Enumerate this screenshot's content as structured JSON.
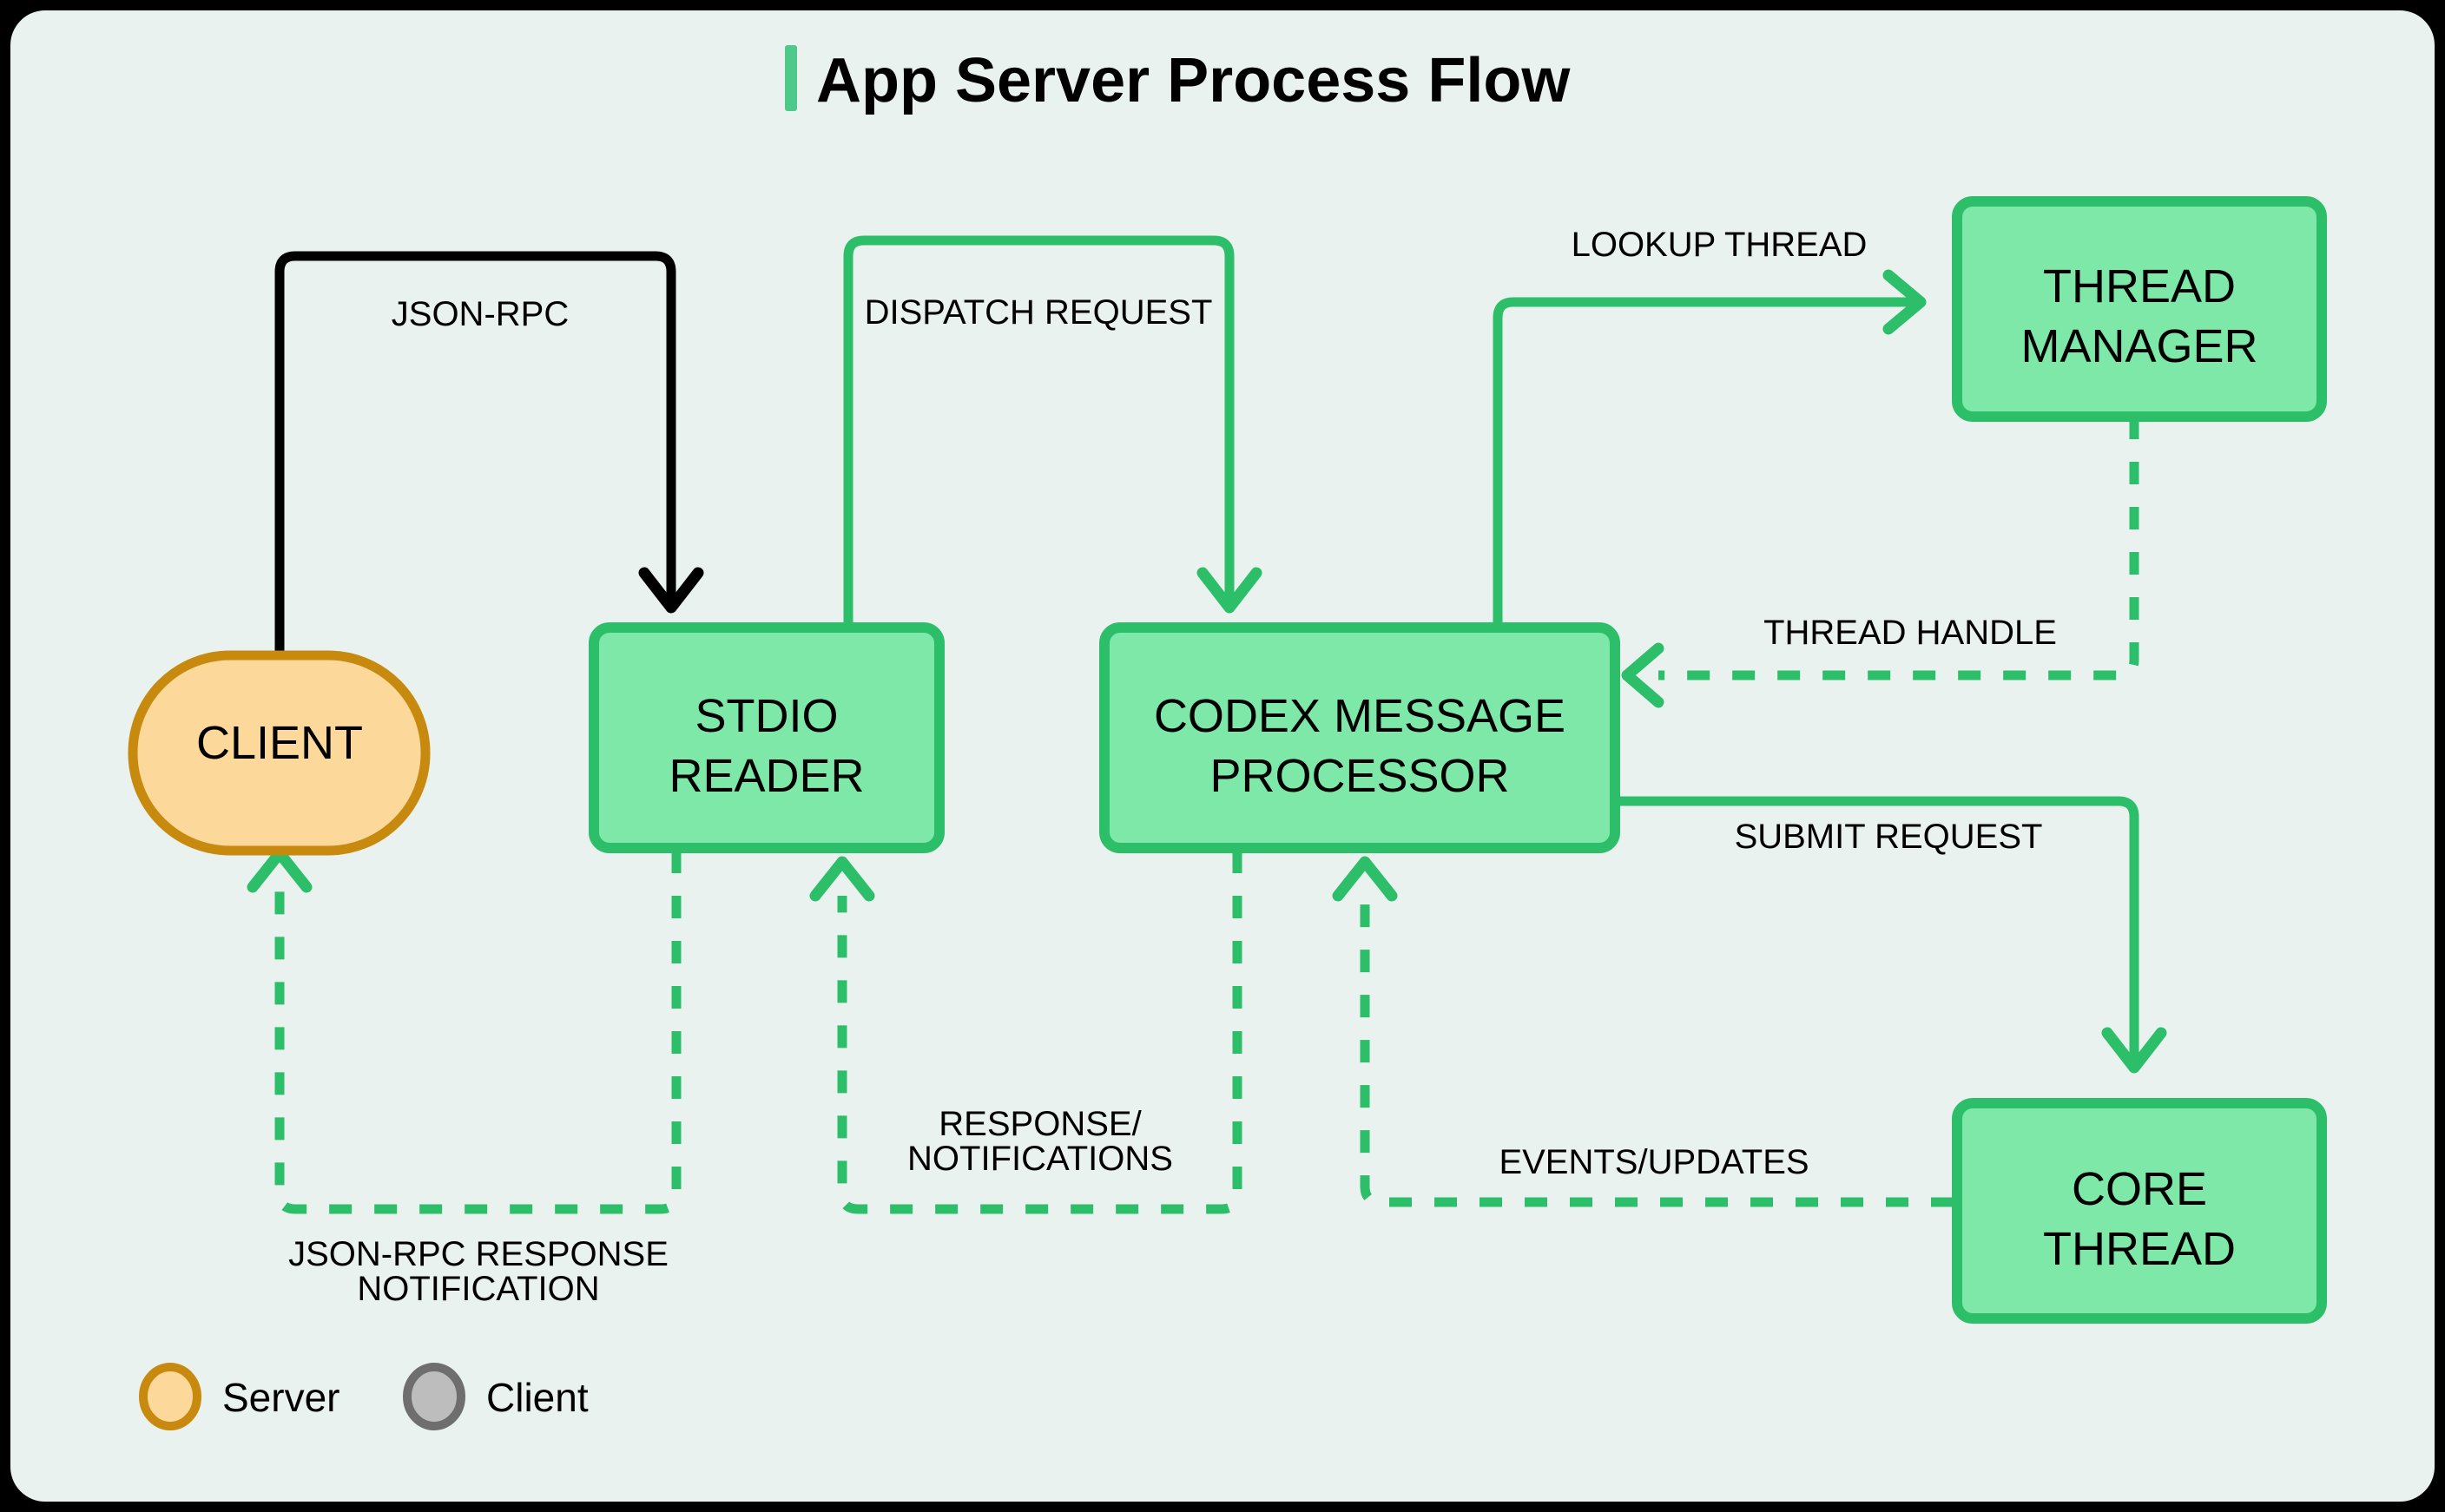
{
  "title": "App Server Process Flow",
  "theme": {
    "background": "#E9F2EE",
    "frame_border": "#000000",
    "accent_bar": "#4FC98A",
    "node_green_fill": "#7DE8A8",
    "node_green_border": "#2CBE68",
    "node_orange_fill": "#FCD89B",
    "node_orange_border": "#C8890F",
    "legend_gray_fill": "#BDBDBD",
    "legend_gray_border": "#6E6E6E",
    "edge_green": "#2CBE68",
    "edge_black": "#000000",
    "text": "#000000"
  },
  "nodes": [
    {
      "id": "client",
      "label_lines": [
        "CLIENT"
      ],
      "shape": "stadium",
      "kind": "client"
    },
    {
      "id": "stdio",
      "label_lines": [
        "STDIO",
        "READER"
      ],
      "shape": "rect",
      "kind": "server"
    },
    {
      "id": "codex",
      "label_lines": [
        "CODEX MESSAGE",
        "PROCESSOR"
      ],
      "shape": "rect",
      "kind": "server"
    },
    {
      "id": "threadmgr",
      "label_lines": [
        "THREAD",
        "MANAGER"
      ],
      "shape": "rect",
      "kind": "server"
    },
    {
      "id": "corethread",
      "label_lines": [
        "CORE",
        "THREAD"
      ],
      "shape": "rect",
      "kind": "server"
    }
  ],
  "edges": [
    {
      "id": "e1",
      "from": "client",
      "to": "stdio",
      "label_lines": [
        "JSON-RPC"
      ],
      "style": "solid",
      "color": "black"
    },
    {
      "id": "e2",
      "from": "stdio",
      "to": "codex",
      "label_lines": [
        "DISPATCH REQUEST"
      ],
      "style": "solid",
      "color": "green"
    },
    {
      "id": "e3",
      "from": "codex",
      "to": "threadmgr",
      "label_lines": [
        "LOOKUP THREAD"
      ],
      "style": "solid",
      "color": "green"
    },
    {
      "id": "e4",
      "from": "threadmgr",
      "to": "codex",
      "label_lines": [
        "THREAD HANDLE"
      ],
      "style": "dashed",
      "color": "green"
    },
    {
      "id": "e5",
      "from": "codex",
      "to": "corethread",
      "label_lines": [
        "SUBMIT REQUEST"
      ],
      "style": "solid",
      "color": "green"
    },
    {
      "id": "e6",
      "from": "corethread",
      "to": "codex",
      "label_lines": [
        "EVENTS/UPDATES"
      ],
      "style": "dashed",
      "color": "green"
    },
    {
      "id": "e7",
      "from": "codex",
      "to": "stdio",
      "label_lines": [
        "RESPONSE/",
        "NOTIFICATIONS"
      ],
      "style": "dashed",
      "color": "green"
    },
    {
      "id": "e8",
      "from": "stdio",
      "to": "client",
      "label_lines": [
        "JSON-RPC RESPONSE",
        "NOTIFICATION"
      ],
      "style": "dashed",
      "color": "green"
    }
  ],
  "legend": [
    {
      "id": "server",
      "label": "Server",
      "fill": "#FCD89B",
      "border": "#C8890F"
    },
    {
      "id": "client",
      "label": "Client",
      "fill": "#BDBDBD",
      "border": "#6E6E6E"
    }
  ]
}
